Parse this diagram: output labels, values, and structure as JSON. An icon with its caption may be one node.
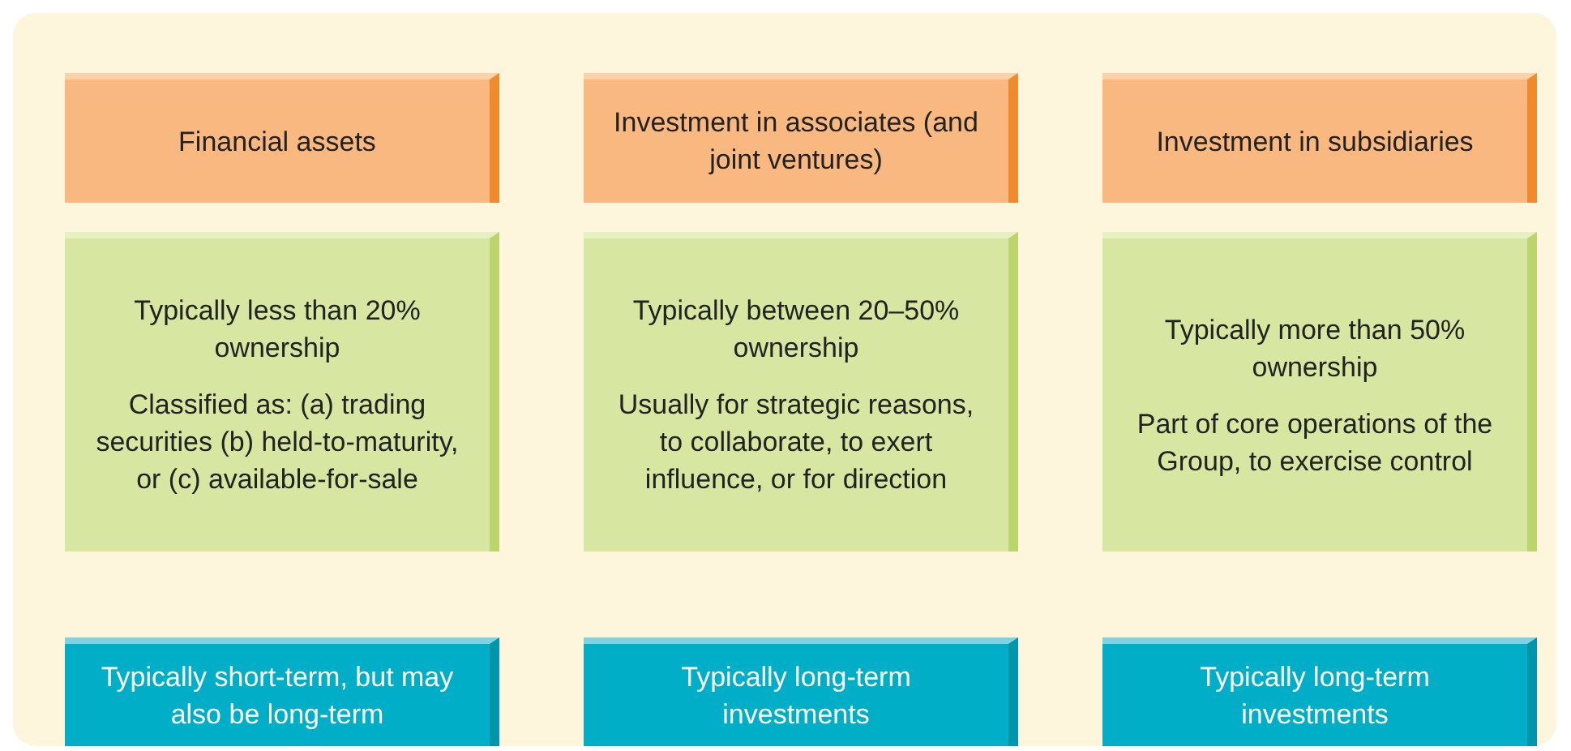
{
  "diagram": {
    "nodes": [
      {
        "text": [
          "Financial assets"
        ]
      },
      {
        "text": [
          "Investment in associates (and joint ventures)"
        ]
      },
      {
        "text": [
          "Investment in subsidiaries"
        ]
      },
      {
        "text": [
          "Typically less than 20% ownership",
          "Classified as: (a) trading securities (b) held-to-maturity, or (c) available-for-sale"
        ]
      },
      {
        "text": [
          "Typically between 20–50% ownership",
          "Usually for strategic reasons, to collaborate, to exert influence, or for direction"
        ]
      },
      {
        "text": [
          "Typically more than 50% ownership",
          "Part of core operations of the Group, to exercise control"
        ]
      },
      {
        "text": [
          "Typically short-term, but may also be long-term"
        ]
      },
      {
        "text": [
          "Typically long-term investments"
        ]
      },
      {
        "text": [
          "Typically long-term investments"
        ]
      }
    ]
  }
}
